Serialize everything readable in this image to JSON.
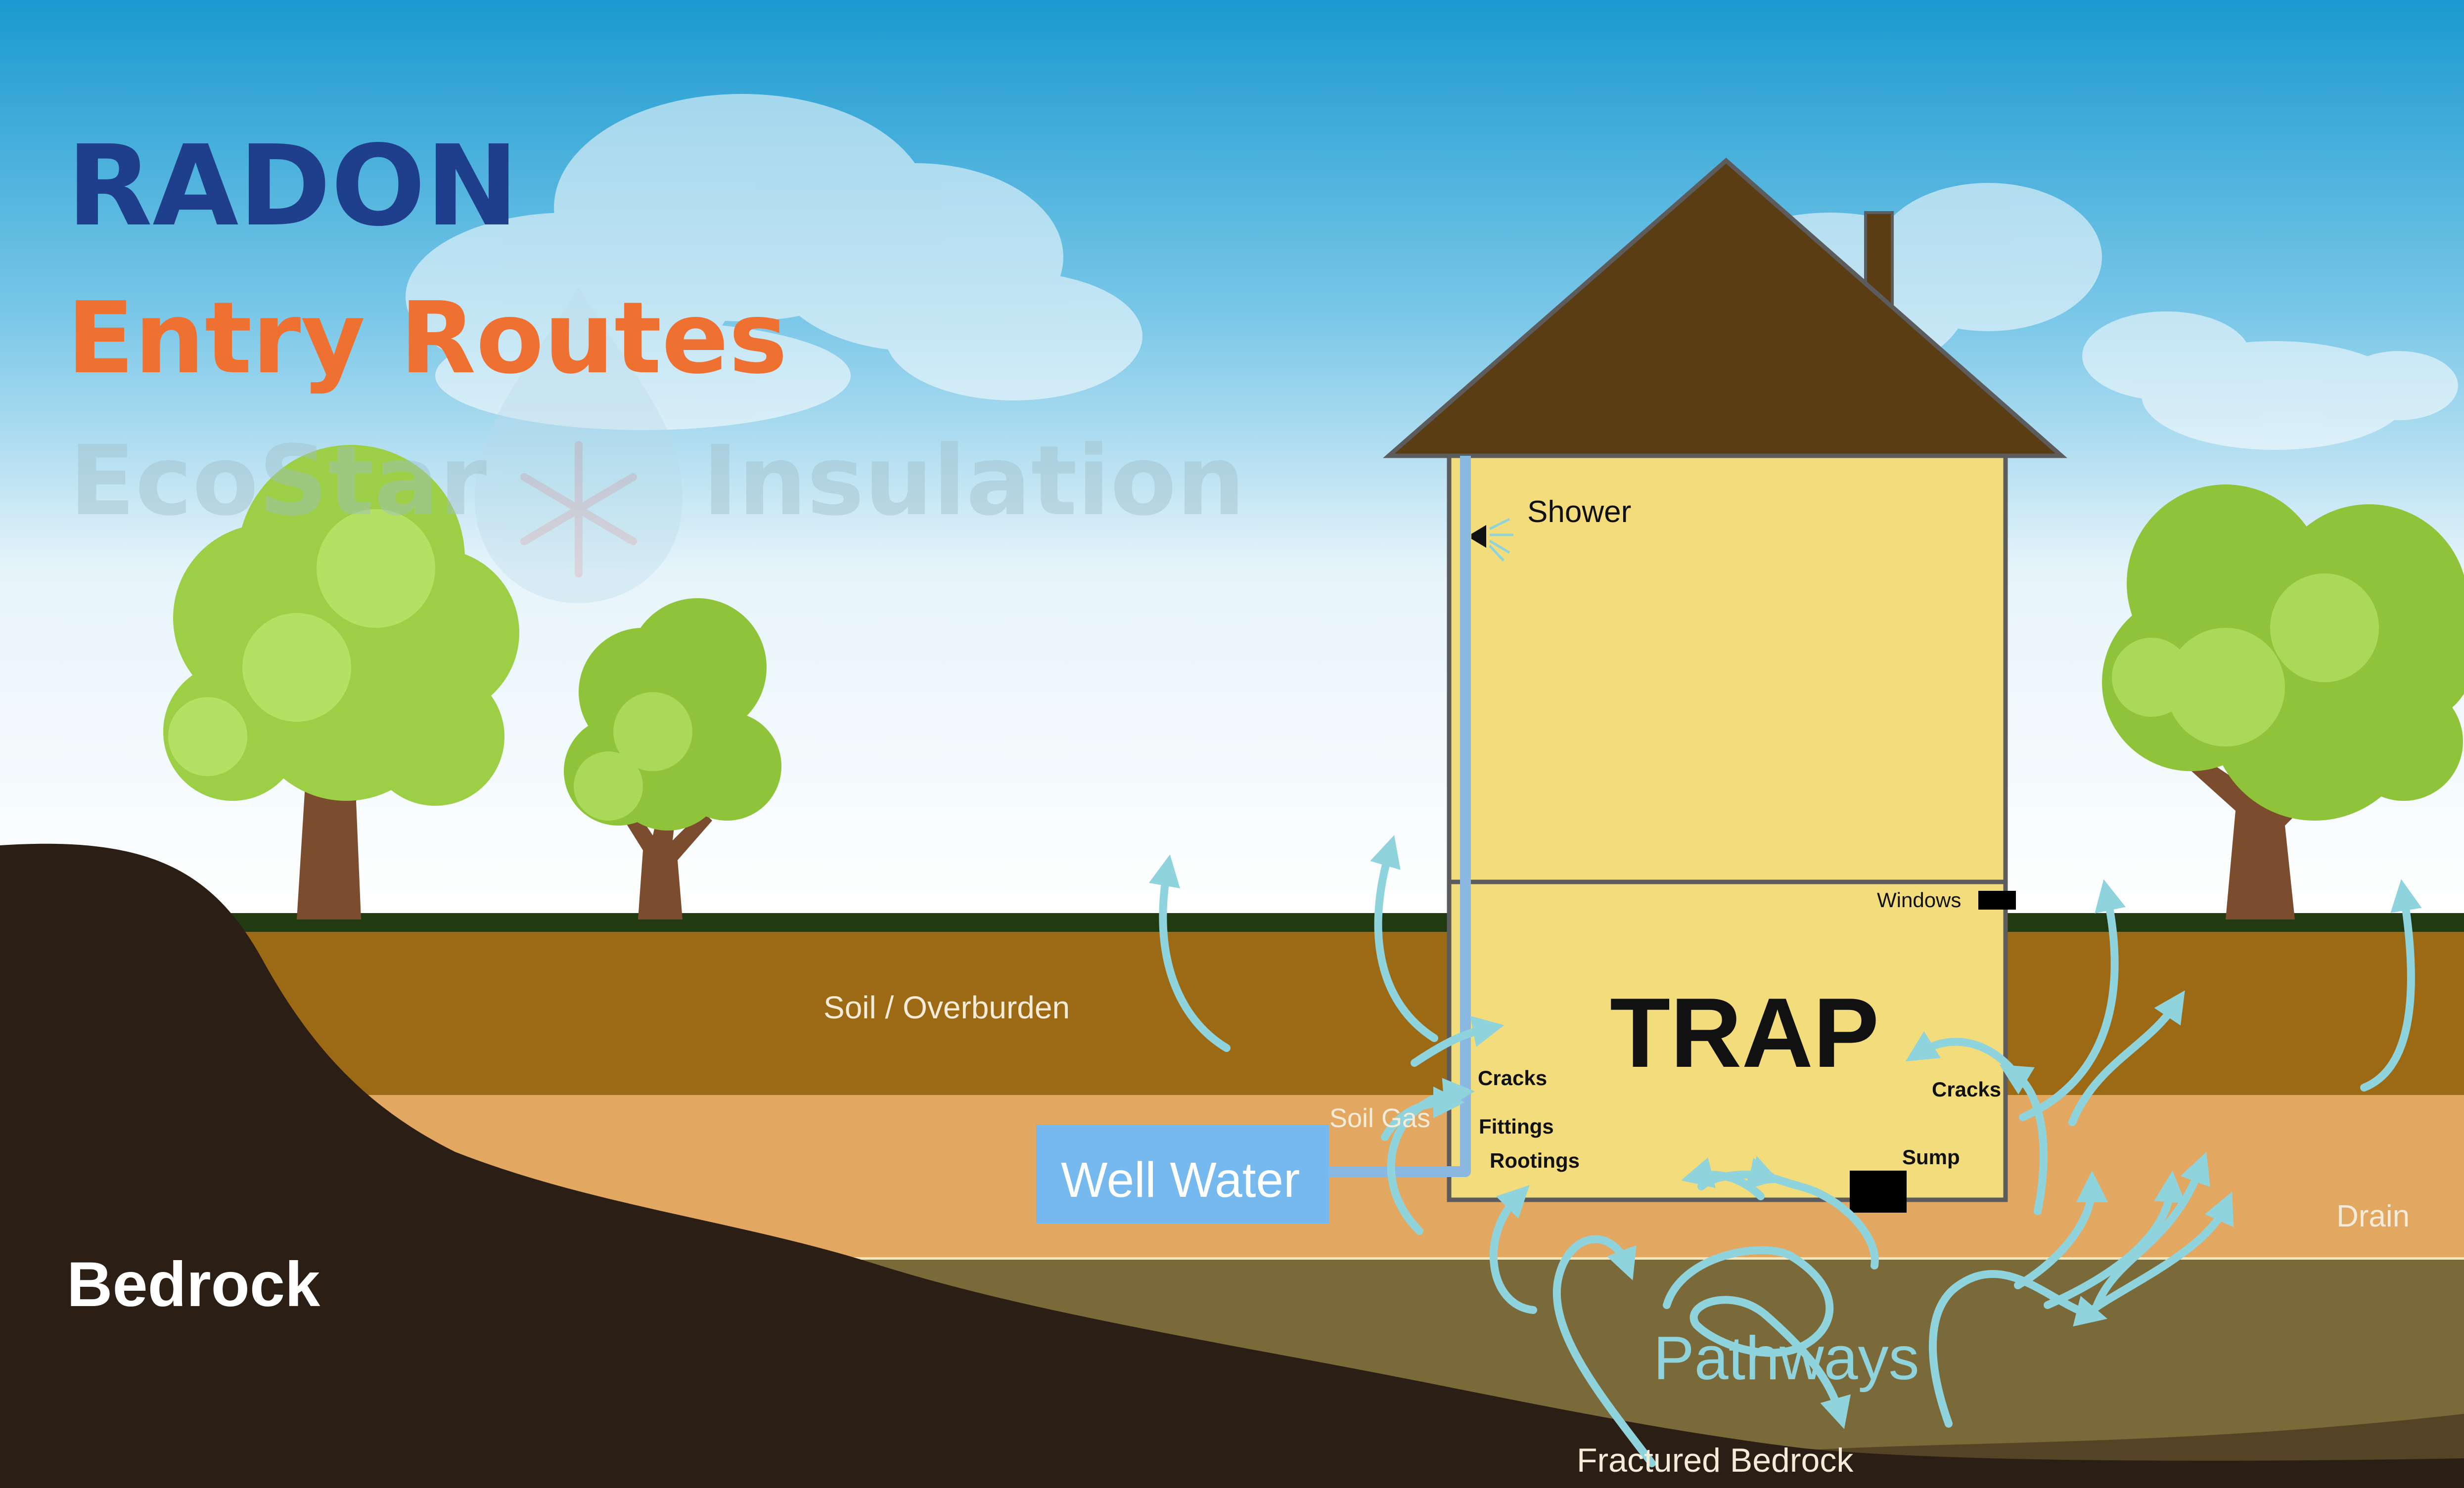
{
  "title": {
    "line1": "RADON",
    "line2": "Entry Routes"
  },
  "watermark": {
    "part1": "EcoStar",
    "part2": "Insulation"
  },
  "labels": {
    "shower": "Shower",
    "windows": "Windows",
    "trap": "TRAP",
    "cracks_left": "Cracks",
    "fittings": "Fittings",
    "rootings": "Rootings",
    "cracks_right": "Cracks",
    "sump": "Sump",
    "soil_overburden": "Soil / Overburden",
    "soil_gas": "Soil Gas",
    "well_water": "Well Water",
    "drain": "Drain",
    "bedrock": "Bedrock",
    "pathways": "Pathways",
    "fractured_bedrock": "Fractured Bedrock"
  },
  "colors": {
    "title_radon": "#1f3e8c",
    "title_entry": "#ef7131",
    "house_wall": "#f2dc7c",
    "roof": "#5a3d12",
    "soil_overburden": "#9c6914",
    "soil_lower": "#e2a862",
    "fractured_layer": "#7a6a3a",
    "bedrock": "#2b1e14",
    "arrow": "#8fd3dc",
    "well_water_box": "#76b9ef",
    "tree_leaves": "#9ccf45",
    "tree_trunk": "#7b4d2e"
  },
  "icons": [
    "shower-head-icon",
    "snowflake-drop-logo-icon",
    "radon-flow-arrow-icon"
  ]
}
